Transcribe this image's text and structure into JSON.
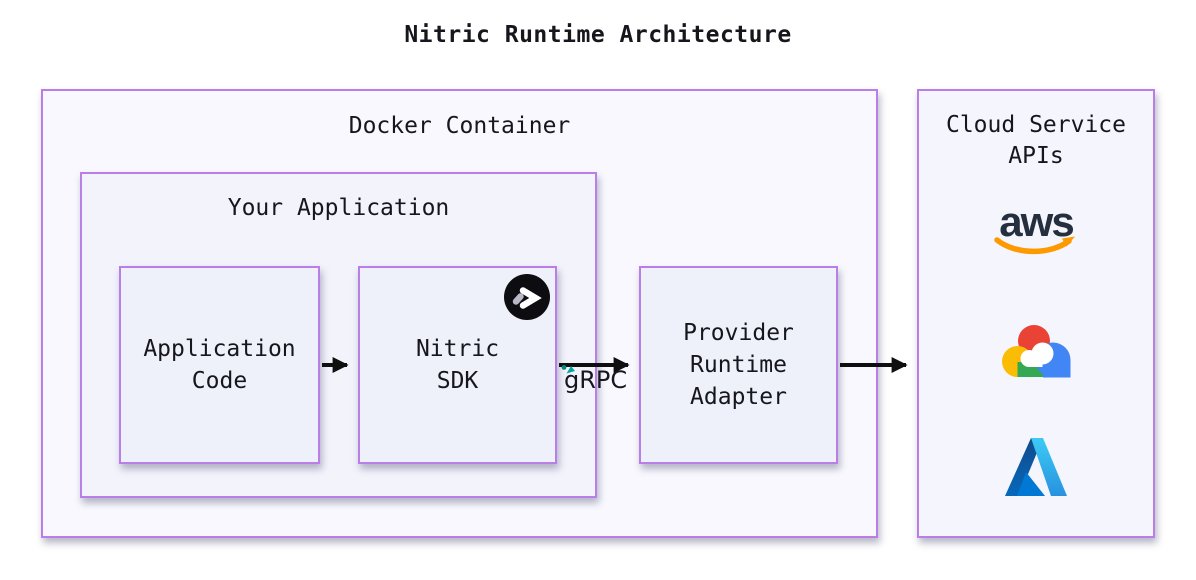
{
  "title": "Nitric Runtime Architecture",
  "boxes": {
    "docker_container": {
      "label": "Docker Container"
    },
    "your_application": {
      "label": "Your Application"
    },
    "application_code": {
      "lines": [
        "Application",
        "Code"
      ]
    },
    "nitric_sdk": {
      "lines": [
        "Nitric",
        "SDK"
      ]
    },
    "provider_runtime_adapter": {
      "lines": [
        "Provider",
        "Runtime",
        "Adapter"
      ]
    },
    "cloud_service_apis": {
      "lines": [
        "Cloud Service",
        "APIs"
      ]
    }
  },
  "connections": {
    "app_code_to_sdk": "right-arrow",
    "sdk_to_adapter": "right-arrow",
    "sdk_to_adapter_label": "gRPC",
    "adapter_to_cloud": "right-arrow"
  },
  "logos": {
    "nitric_sdk_badge": "nitric-logo",
    "aws_wordmark": "aws",
    "google_cloud": "google-cloud-logo",
    "azure": "azure-logo"
  },
  "colors": {
    "border_purple": "#ba7ee9",
    "docker_fill": "#f8f8fe",
    "your_app_fill": "#f3f3fc",
    "inner_box_fill": "#eef0fa",
    "cloud_box_fill": "#f4f5fd",
    "arrow_black": "#0f0f0f",
    "grpc_teal": "#00a89f",
    "nitric_black": "#0c0c11",
    "aws_navy": "#252f3e",
    "aws_orange": "#ff9900",
    "gcp_red": "#ea4335",
    "gcp_blue": "#4285f4",
    "gcp_yellow": "#fbbc05",
    "gcp_green": "#34a853",
    "azure_dark_blue": "#114a8b",
    "azure_mid_blue": "#0078d4",
    "azure_light_blue": "#2892df"
  }
}
